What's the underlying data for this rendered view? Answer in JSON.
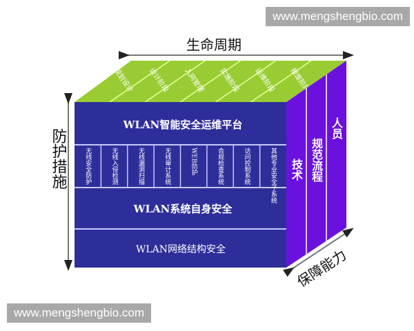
{
  "watermark_top": "www.mengshengbio.com",
  "watermark_bottom": "www.mengshengbio.com",
  "top_axis_label": "生命周期",
  "left_axis_label": "防护措施",
  "right_axis_label": "保障能力",
  "lifecycle_stages": [
    "规划设计",
    "设计阶段",
    "入网管理",
    "实施阶段",
    "运维阶段",
    "报废阶段"
  ],
  "front": {
    "platform": "WLAN智能安全运维平台",
    "subsystems": [
      "无线安全防护",
      "无线入侵检测",
      "无线漏洞扫描",
      "无线审计系统",
      "WEB防护",
      "合规检查系统",
      "访问控制系统",
      "其他专业安全子系统"
    ],
    "system_security": "WLAN系统自身安全",
    "network_security": "WLAN网络结构安全"
  },
  "capabilities": [
    "技术",
    "规范流程",
    "人员"
  ],
  "colors": {
    "front": "#2e2e9a",
    "top": "#99cc33",
    "side": "#6a11e0",
    "line": "#c8c8ff"
  }
}
